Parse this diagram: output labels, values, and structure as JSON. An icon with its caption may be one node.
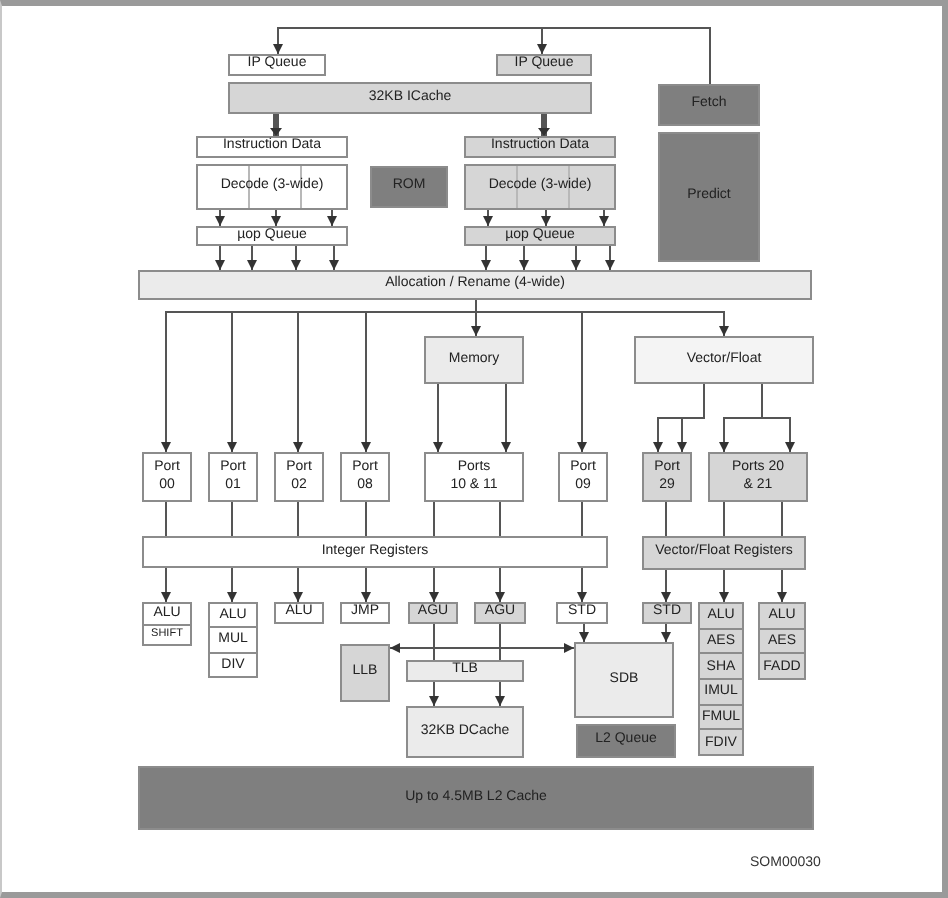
{
  "diagram": {
    "nodes": [
      {
        "text": [
          "IP Queue"
        ]
      },
      {
        "text": [
          "IP Queue"
        ]
      },
      {
        "text": [
          "Fetch"
        ]
      },
      {
        "text": [
          "32KB ICache"
        ]
      },
      {
        "text": [
          "Predict"
        ]
      },
      {
        "text": [
          "Instruction Data"
        ]
      },
      {
        "text": [
          "Instruction Data"
        ]
      },
      {
        "text": [
          "Decode (3-wide)"
        ]
      },
      {
        "text": [
          "ROM"
        ]
      },
      {
        "text": [
          "Decode (3-wide)"
        ]
      },
      {
        "text": [
          "µop Queue"
        ]
      },
      {
        "text": [
          "µop Queue"
        ]
      },
      {
        "text": [
          "Allocation / Rename (4-wide)"
        ]
      },
      {
        "text": [
          "Memory"
        ]
      },
      {
        "text": [
          "Vector/Float"
        ]
      },
      {
        "text": [
          "Port 00"
        ]
      },
      {
        "text": [
          "Port 01"
        ]
      },
      {
        "text": [
          "Port 02"
        ]
      },
      {
        "text": [
          "Port 08"
        ]
      },
      {
        "text": [
          "Ports 10 & 11"
        ]
      },
      {
        "text": [
          "Port 09"
        ]
      },
      {
        "text": [
          "Port 29"
        ]
      },
      {
        "text": [
          "Ports 20 & 21"
        ]
      },
      {
        "text": [
          "Integer Registers"
        ]
      },
      {
        "text": [
          "Vector/Float Registers"
        ]
      },
      {
        "text": [
          "ALU",
          "SHIFT"
        ]
      },
      {
        "text": [
          "ALU",
          "MUL",
          "DIV"
        ]
      },
      {
        "text": [
          "ALU"
        ]
      },
      {
        "text": [
          "JMP"
        ]
      },
      {
        "text": [
          "AGU"
        ]
      },
      {
        "text": [
          "AGU"
        ]
      },
      {
        "text": [
          "STD"
        ]
      },
      {
        "text": [
          "STD"
        ]
      },
      {
        "text": [
          "ALU",
          "AES",
          "SHA",
          "IMUL",
          "FMUL",
          "FDIV"
        ]
      },
      {
        "text": [
          "ALU",
          "AES",
          "FADD"
        ]
      },
      {
        "text": [
          "LLB"
        ]
      },
      {
        "text": [
          "TLB"
        ]
      },
      {
        "text": [
          "SDB"
        ]
      },
      {
        "text": [
          "32KB DCache"
        ]
      },
      {
        "text": [
          "L2 Queue"
        ]
      },
      {
        "text": [
          "Up to 4.5MB L2 Cache"
        ]
      }
    ],
    "edges": [
      {
        "from": 2,
        "to": 0,
        "arrow": "to"
      },
      {
        "from": 2,
        "to": 1,
        "arrow": "to"
      },
      {
        "from": 3,
        "to": 5,
        "arrow": "to",
        "style": "thick"
      },
      {
        "from": 3,
        "to": 6,
        "arrow": "to",
        "style": "thick"
      },
      {
        "from": 7,
        "to": 10,
        "arrow": "to"
      },
      {
        "from": 7,
        "to": 10,
        "arrow": "to"
      },
      {
        "from": 7,
        "to": 10,
        "arrow": "to"
      },
      {
        "from": 9,
        "to": 11,
        "arrow": "to"
      },
      {
        "from": 9,
        "to": 11,
        "arrow": "to"
      },
      {
        "from": 9,
        "to": 11,
        "arrow": "to"
      },
      {
        "from": 10,
        "to": 12,
        "arrow": "to"
      },
      {
        "from": 10,
        "to": 12,
        "arrow": "to"
      },
      {
        "from": 10,
        "to": 12,
        "arrow": "to"
      },
      {
        "from": 10,
        "to": 12,
        "arrow": "to"
      },
      {
        "from": 11,
        "to": 12,
        "arrow": "to"
      },
      {
        "from": 11,
        "to": 12,
        "arrow": "to"
      },
      {
        "from": 11,
        "to": 12,
        "arrow": "to"
      },
      {
        "from": 11,
        "to": 12,
        "arrow": "to"
      },
      {
        "from": 12,
        "to": 15,
        "arrow": "to"
      },
      {
        "from": 12,
        "to": 16,
        "arrow": "to"
      },
      {
        "from": 12,
        "to": 17,
        "arrow": "to"
      },
      {
        "from": 12,
        "to": 18,
        "arrow": "to"
      },
      {
        "from": 12,
        "to": 13,
        "arrow": "to"
      },
      {
        "from": 12,
        "to": 20,
        "arrow": "to"
      },
      {
        "from": 12,
        "to": 14,
        "arrow": "to"
      },
      {
        "from": 13,
        "to": 19,
        "arrow": "to"
      },
      {
        "from": 13,
        "to": 19,
        "arrow": "to"
      },
      {
        "from": 14,
        "to": 21,
        "arrow": "to"
      },
      {
        "from": 14,
        "to": 21,
        "arrow": "to"
      },
      {
        "from": 14,
        "to": 22,
        "arrow": "to"
      },
      {
        "from": 14,
        "to": 22,
        "arrow": "to"
      },
      {
        "from": 15,
        "to": 23,
        "arrow": "none"
      },
      {
        "from": 16,
        "to": 23,
        "arrow": "none"
      },
      {
        "from": 17,
        "to": 23,
        "arrow": "none"
      },
      {
        "from": 18,
        "to": 23,
        "arrow": "none"
      },
      {
        "from": 19,
        "to": 23,
        "arrow": "none"
      },
      {
        "from": 19,
        "to": 23,
        "arrow": "none"
      },
      {
        "from": 20,
        "to": 23,
        "arrow": "none"
      },
      {
        "from": 21,
        "to": 24,
        "arrow": "none"
      },
      {
        "from": 22,
        "to": 24,
        "arrow": "none"
      },
      {
        "from": 22,
        "to": 24,
        "arrow": "none"
      },
      {
        "from": 23,
        "to": 25,
        "arrow": "to"
      },
      {
        "from": 23,
        "to": 26,
        "arrow": "to"
      },
      {
        "from": 23,
        "to": 27,
        "arrow": "to"
      },
      {
        "from": 23,
        "to": 28,
        "arrow": "to"
      },
      {
        "from": 23,
        "to": 29,
        "arrow": "to"
      },
      {
        "from": 23,
        "to": 30,
        "arrow": "to"
      },
      {
        "from": 23,
        "to": 31,
        "arrow": "to"
      },
      {
        "from": 24,
        "to": 32,
        "arrow": "to"
      },
      {
        "from": 24,
        "to": 33,
        "arrow": "to"
      },
      {
        "from": 24,
        "to": 34,
        "arrow": "to"
      },
      {
        "from": 29,
        "to": 36,
        "arrow": "none"
      },
      {
        "from": 30,
        "to": 36,
        "arrow": "none"
      },
      {
        "from": 36,
        "to": 38,
        "arrow": "to"
      },
      {
        "from": 36,
        "to": 38,
        "arrow": "to"
      },
      {
        "from": 35,
        "to": 37,
        "arrow": "both"
      },
      {
        "from": 31,
        "to": 37,
        "arrow": "to"
      },
      {
        "from": 32,
        "to": 37,
        "arrow": "to"
      }
    ],
    "labels": [
      "SOM00030"
    ]
  }
}
